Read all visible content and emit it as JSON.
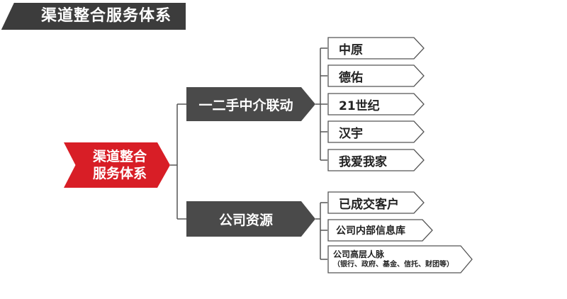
{
  "title": "渠道整合服务体系",
  "root": {
    "line1": "渠道整合",
    "line2": "服务体系",
    "color": "#d81e26"
  },
  "branches": [
    {
      "label": "一二手中介联动",
      "children": [
        "中原",
        "德佑",
        "21世纪",
        "汉宇",
        "我爱我家"
      ]
    },
    {
      "label": "公司资源",
      "children": [
        "已成交客户",
        "公司内部信息库"
      ],
      "extra_child": {
        "line1": "公司高层人脉",
        "line2": "（银行、政府、基金、信托、财团等）"
      }
    }
  ],
  "colors": {
    "dark": "#4a4a4a",
    "title_bg": "#3c3c3c",
    "accent": "#d81e26",
    "line": "#555555"
  }
}
